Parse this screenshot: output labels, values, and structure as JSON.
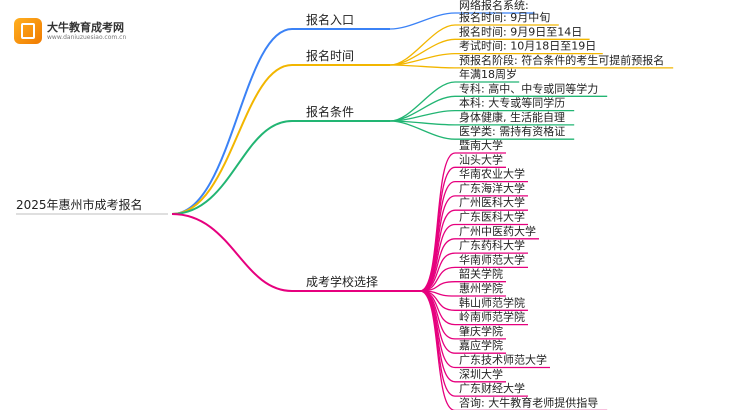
{
  "logo": {
    "title": "大牛教育成考网",
    "subtitle": "www.daniuzuesiao.com.cn"
  },
  "root": {
    "label": "2025年惠州市成考报名"
  },
  "branches": [
    {
      "key": "entry",
      "label": "报名入口",
      "color": "#3b82f6",
      "items": [
        "网络报名系统:"
      ]
    },
    {
      "key": "time",
      "label": "报名时间",
      "color": "#f2b600",
      "items": [
        "报名时间: 9月中旬",
        "报名时间: 9月9日至14日",
        "考试时间: 10月18日至19日",
        "预报名阶段: 符合条件的考生可提前预报名"
      ]
    },
    {
      "key": "condition",
      "label": "报名条件",
      "color": "#22b573",
      "items": [
        "年满18周岁",
        "专科: 高中、中专或同等学力",
        "本科: 大专或等同学历",
        "身体健康, 生活能自理",
        "医学类: 需持有资格证"
      ]
    },
    {
      "key": "schools",
      "label": "成考学校选择",
      "color": "#e6007e",
      "items": [
        "暨南大学",
        "汕头大学",
        "华南农业大学",
        "广东海洋大学",
        "广州医科大学",
        "广东医科大学",
        "广州中医药大学",
        "广东药科大学",
        "华南师范大学",
        "韶关学院",
        "惠州学院",
        "韩山师范学院",
        "岭南师范学院",
        "肇庆学院",
        "嘉应学院",
        "广东技术师范大学",
        "深圳大学",
        "广东财经大学",
        "咨询: 大牛教育老师提供指导"
      ]
    }
  ]
}
